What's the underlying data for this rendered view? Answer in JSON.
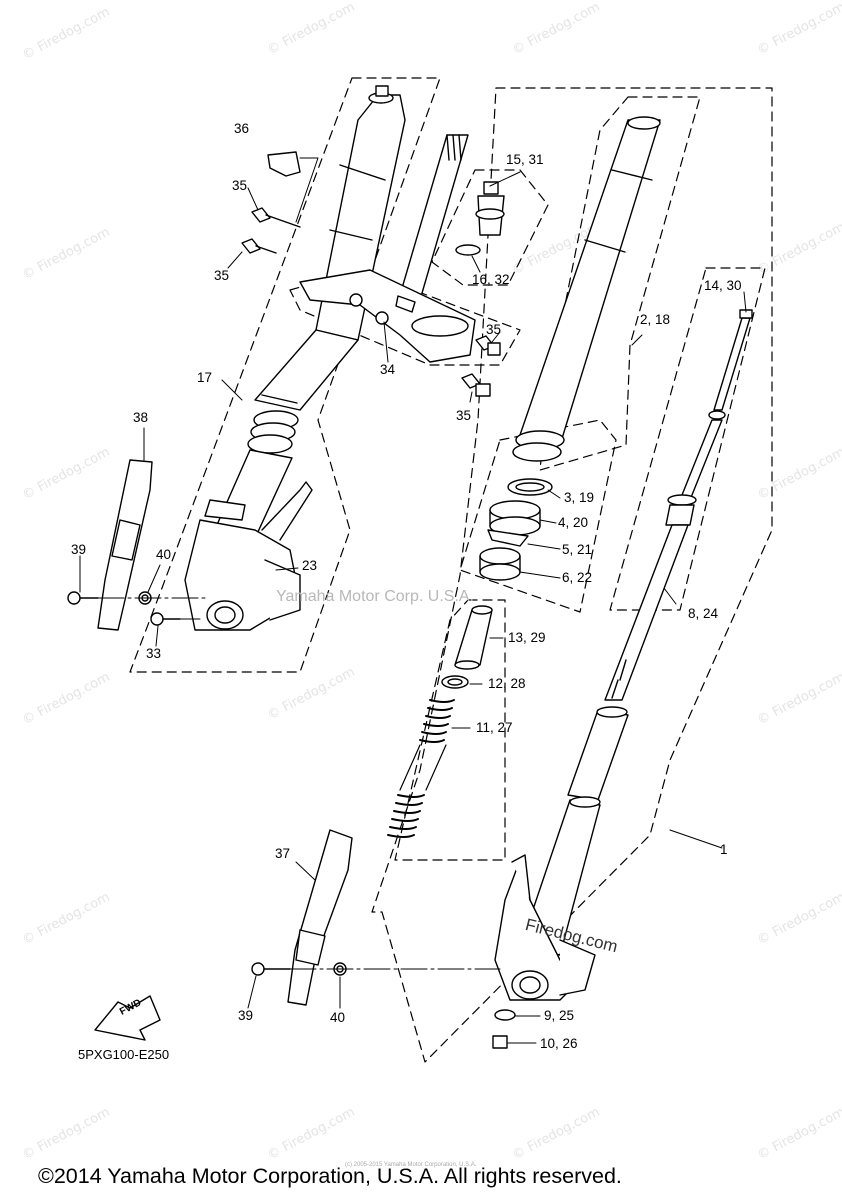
{
  "watermark": "© Firedog.com",
  "center_watermark": "Yamaha Motor Corp. U.S.A.",
  "dealer_watermark": "Firedog.com",
  "diagram_code": "5PXG100-E250",
  "fwd_label": "FWD",
  "small_copyright": "(c) 2005-2015 Yamaha Motor Corporation, U.S.A.",
  "copyright": "©2014 Yamaha Motor Corporation, U.S.A. All rights reserved.",
  "part_labels": {
    "p36": "36",
    "p35a": "35",
    "p35b": "35",
    "p35c": "35",
    "p35d": "35",
    "p34": "34",
    "p17": "17",
    "p38": "38",
    "p39a": "39",
    "p40a": "40",
    "p23": "23",
    "p33": "33",
    "p15_31": "15, 31",
    "p16_32": "16, 32",
    "p14_30": "14, 30",
    "p2_18": "2, 18",
    "p3_19": "3, 19",
    "p4_20": "4, 20",
    "p5_21": "5, 21",
    "p6_22": "6, 22",
    "p8_24": "8, 24",
    "p13_29": "13, 29",
    "p12_28": "12, 28",
    "p11_27": "11, 27",
    "p1": "1",
    "p37": "37",
    "p39b": "39",
    "p40b": "40",
    "p9_25": "9, 25",
    "p10_26": "10, 26"
  }
}
